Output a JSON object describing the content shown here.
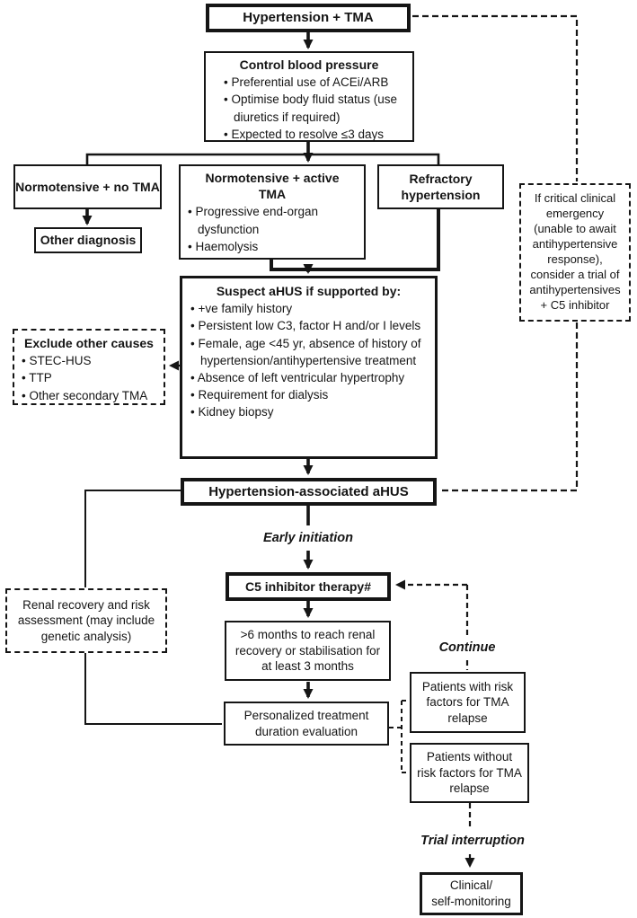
{
  "colors": {
    "ink": "#151515",
    "background": "#ffffff"
  },
  "flow": {
    "title_box": "Hypertension + TMA",
    "control_bp": {
      "title": "Control blood pressure",
      "bullets": [
        "Preferential use of ACEi/ARB",
        "Optimise body fluid status (use diuretics if required)",
        "Expected to resolve ≤3 days"
      ]
    },
    "normo_no_tma": "Normotensive + no TMA",
    "other_diagnosis": "Other diagnosis",
    "normo_active_tma": {
      "title": "Normotensive + active TMA",
      "bullets": [
        "Progressive end-organ dysfunction",
        "Haemolysis"
      ]
    },
    "refractory": "Refractory hypertension",
    "critical_emergency": "If critical clinical emergency (unable to await antihypertensive response), consider a trial of antihypertensives + C5 inhibitor",
    "suspect_ahus": {
      "title": "Suspect aHUS if supported by:",
      "bullets": [
        "+ve family history",
        "Persistent low C3, factor H and/or I levels",
        "Female, age <45 yr, absence of history of hypertension/antihypertensive treatment",
        "Absence of left ventricular hypertrophy",
        "Requirement for dialysis",
        "Kidney biopsy"
      ]
    },
    "exclude_causes": {
      "title": "Exclude other causes",
      "bullets": [
        "STEC-HUS",
        "TTP",
        "Other secondary TMA"
      ]
    },
    "ahus_box": "Hypertension-associated aHUS",
    "early_initiation": "Early initiation",
    "c5_box": "C5 inhibitor therapy#",
    "six_months": ">6 months to reach renal recovery or stabilisation for at least 3 months",
    "renal_recovery": "Renal recovery and risk assessment (may include genetic analysis)",
    "personalized": "Personalized treatment duration evaluation",
    "continue_label": "Continue",
    "with_risk": "Patients with risk factors for TMA relapse",
    "without_risk": "Patients without risk factors for TMA relapse",
    "trial_interruption": "Trial interruption",
    "monitoring": "Clinical/\nself-monitoring"
  }
}
